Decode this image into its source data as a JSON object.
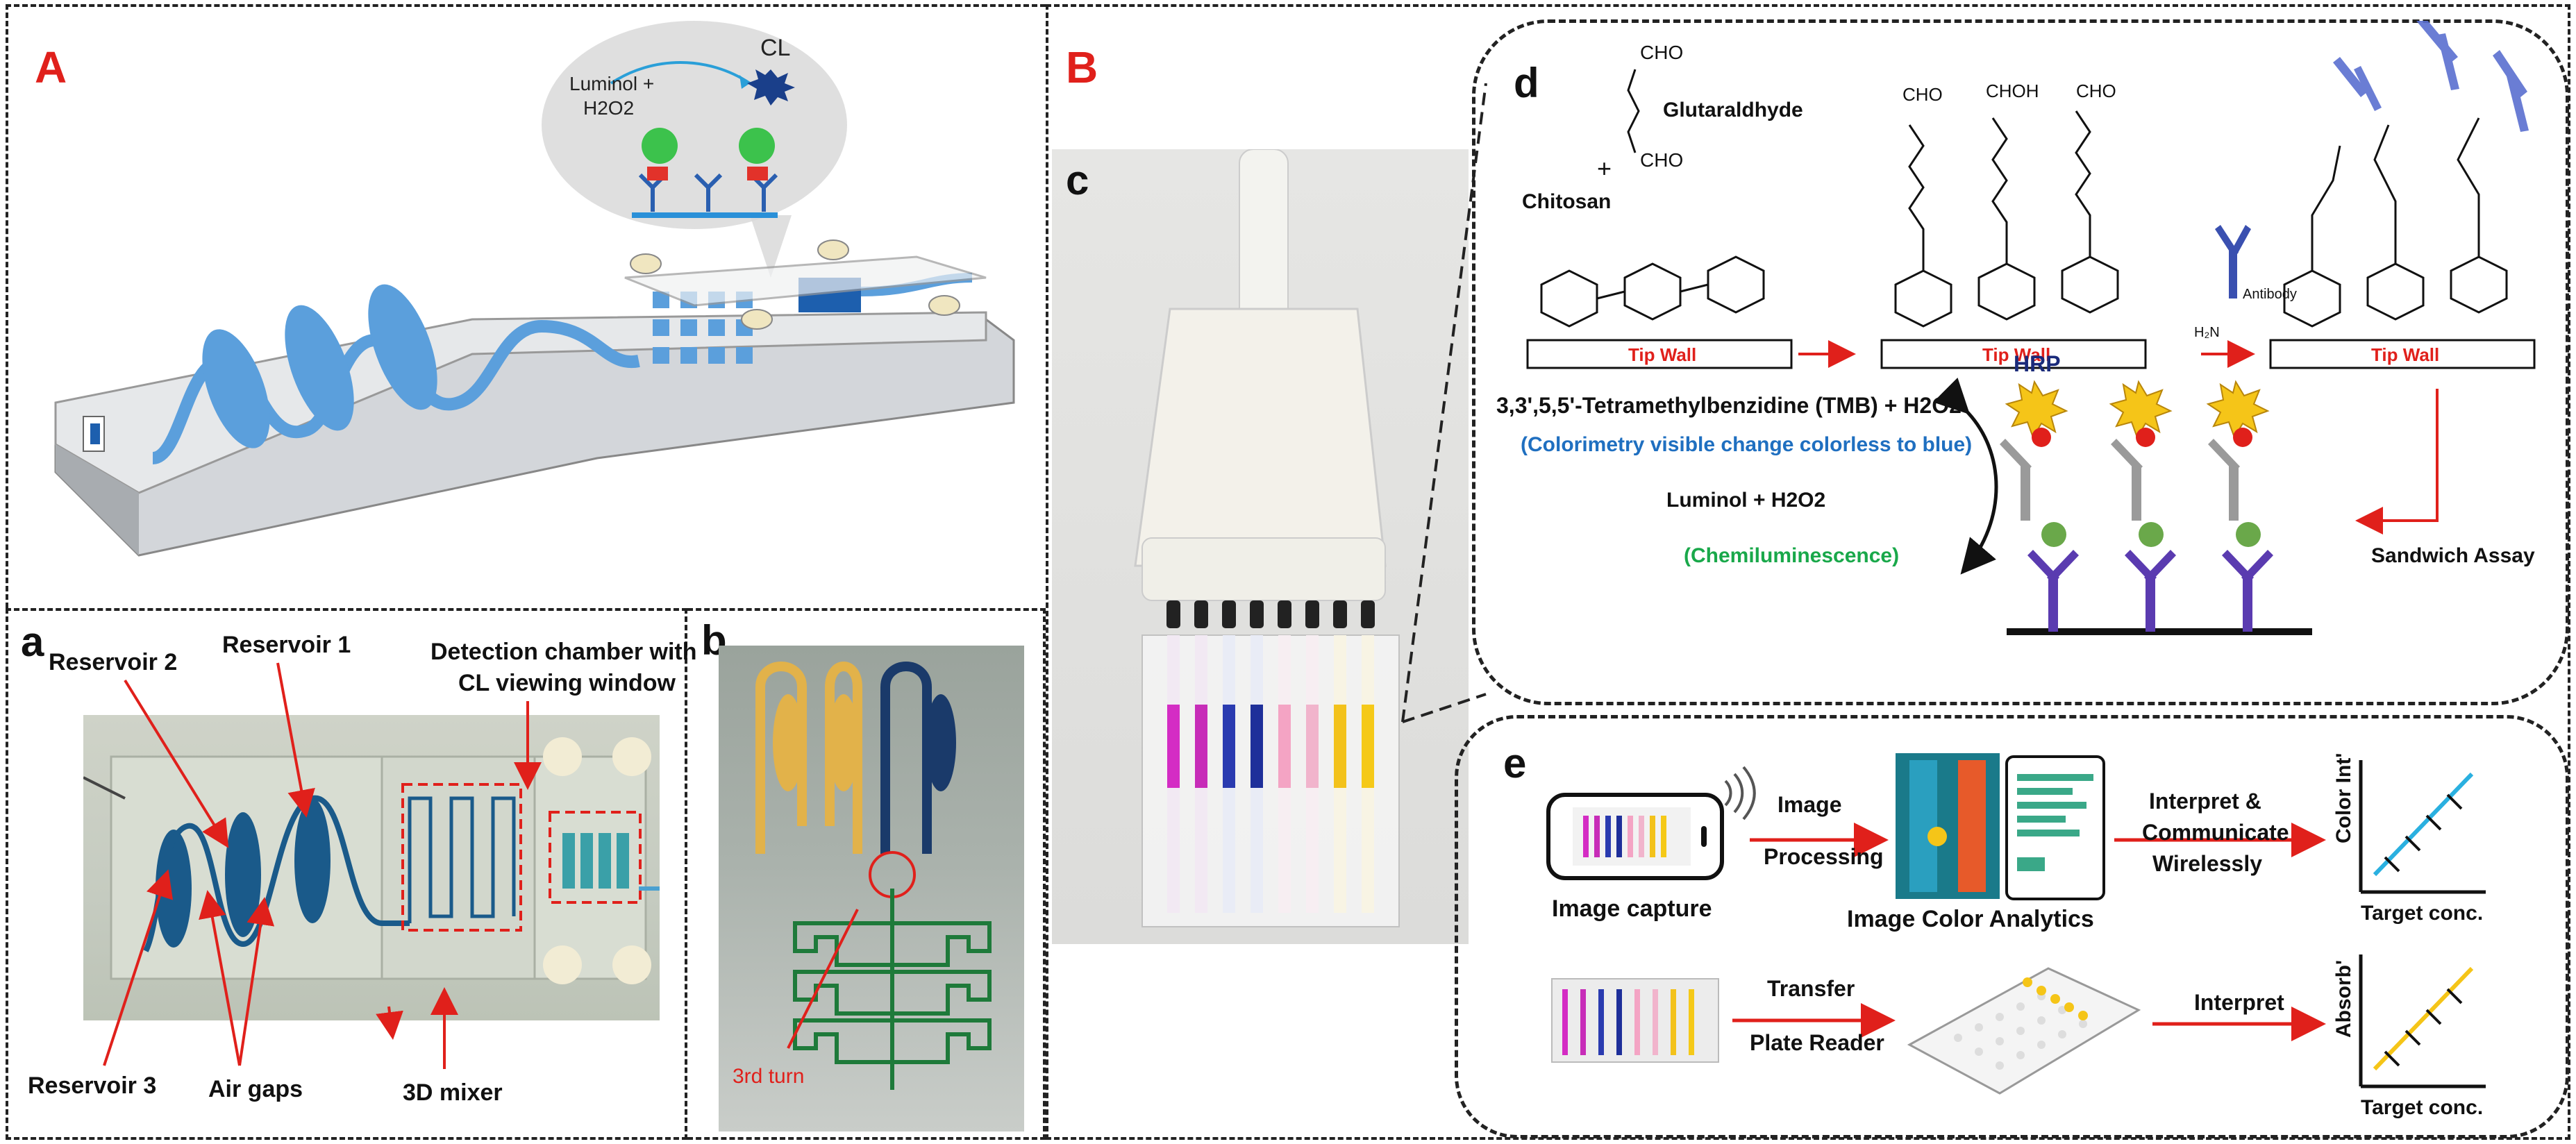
{
  "panels": {
    "A": "A",
    "B": "B",
    "a": "a",
    "b": "b",
    "c": "c",
    "d": "d",
    "e": "e"
  },
  "panelA": {
    "luminol": "Luminol +",
    "h2o2": "H2O2",
    "cl": "CL"
  },
  "panela": {
    "reservoir1": "Reservoir 1",
    "reservoir2": "Reservoir 2",
    "reservoir3": "Reservoir 3",
    "detection_line1": "Detection chamber with",
    "detection_line2": "CL viewing window",
    "air_gaps": "Air gaps",
    "mixer": "3D mixer"
  },
  "panelb": {
    "turn": "3rd turn"
  },
  "paneld": {
    "cho1": "CHO",
    "cho2": "CHO",
    "glutaraldehyde": "Glutaraldhyde",
    "plus": "+",
    "chitosan": "Chitosan",
    "tipwall": "Tip Wall",
    "antibody": "Antibody",
    "hrp": "HRP",
    "tmb": "3,3',5,5'-Tetramethylbenzidine (TMB) + H2O2",
    "colorimetry": "(Colorimetry visible change colorless to blue)",
    "luminol": "Luminol + H2O2",
    "chemiluminescence": "(Chemiluminescence)",
    "sandwich": "Sandwich Assay"
  },
  "panele": {
    "image": "Image",
    "processing": "Processing",
    "image_capture": "Image capture",
    "analytics": "Image Color Analytics",
    "interpret_comm_1": "Interpret &",
    "interpret_comm_2": "Communicate",
    "interpret_comm_3": "Wirelessly",
    "color_int": "Color Int'",
    "target_conc": "Target conc.",
    "transfer": "Transfer",
    "plate_reader": "Plate Reader",
    "interpret": "Interpret",
    "absorb": "Absorb'",
    "target_conc2": "Target conc."
  },
  "colors": {
    "panel_letter_red": "#e0201b",
    "arrow_red": "#e0201b",
    "colorimetry_blue": "#1f6fc0",
    "chemiluminescence_green": "#19a84a",
    "chip_blue": "#5b9fdc",
    "dye_blue": "#1a5a8a",
    "antibody_purple": "#5a3bb0",
    "hrp_yellow": "#f5c518"
  }
}
